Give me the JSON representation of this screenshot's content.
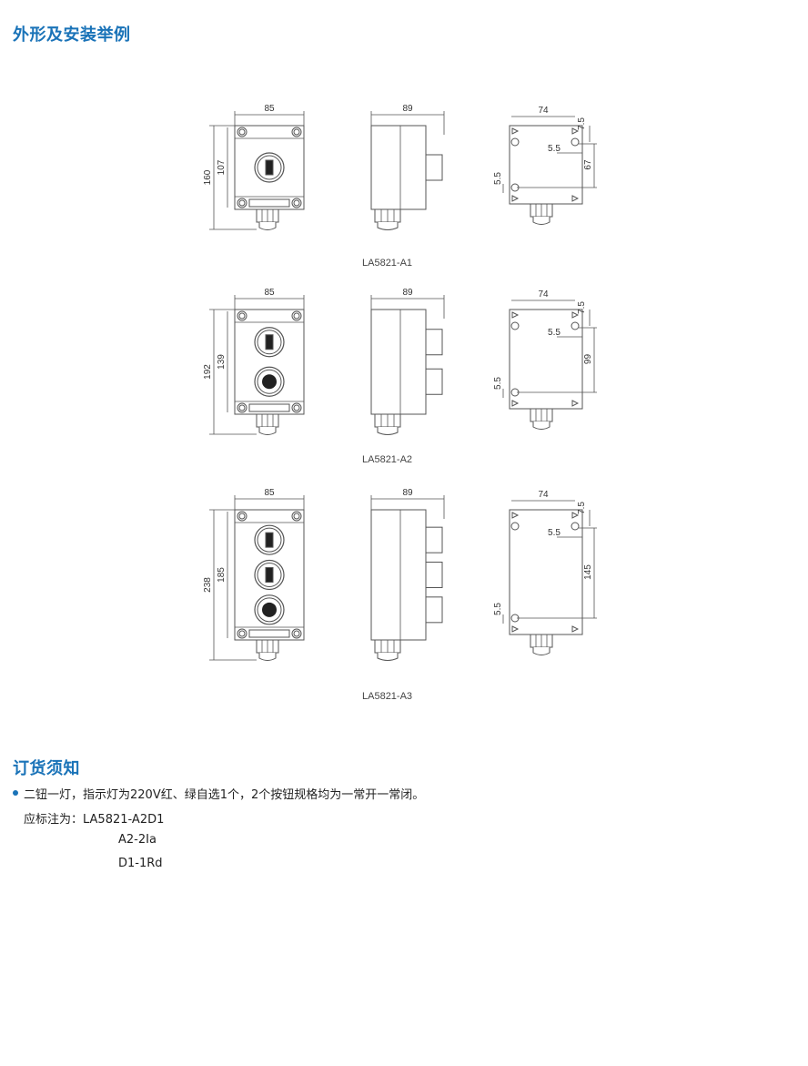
{
  "section1_title": "外形及安装举例",
  "section2_title": "订货须知",
  "models": [
    {
      "label": "LA5821-A1",
      "buttons": [
        "key"
      ],
      "front_width": "85",
      "overall_height": "160",
      "inner_height": "107",
      "side_depth": "89",
      "back_width": "74",
      "back_top_offset": "7.5",
      "back_hole_offset": "5.5",
      "back_hole_spacing": "67",
      "back_bottom_offset": "5.5"
    },
    {
      "label": "LA5821-A2",
      "buttons": [
        "key",
        "lamp"
      ],
      "front_width": "85",
      "overall_height": "192",
      "inner_height": "139",
      "side_depth": "89",
      "back_width": "74",
      "back_top_offset": "7.5",
      "back_hole_offset": "5.5",
      "back_hole_spacing": "99",
      "back_bottom_offset": "5.5"
    },
    {
      "label": "LA5821-A3",
      "buttons": [
        "key",
        "key",
        "lamp"
      ],
      "front_width": "85",
      "overall_height": "238",
      "inner_height": "185",
      "side_depth": "89",
      "back_width": "74",
      "back_top_offset": "7.5",
      "back_hole_offset": "5.5",
      "back_hole_spacing": "145",
      "back_bottom_offset": "5.5"
    }
  ],
  "order_notes": {
    "line1": "二钮一灯，指示灯为220V红、绿自选1个，2个按钮规格均为一常开一常闭。",
    "line2": "应标注为：LA5821-A2D1",
    "line3": "A2-2Ⅰa",
    "line4": "D1-1Rd"
  },
  "colors": {
    "accent": "#1a73b8",
    "line": "#555555"
  }
}
